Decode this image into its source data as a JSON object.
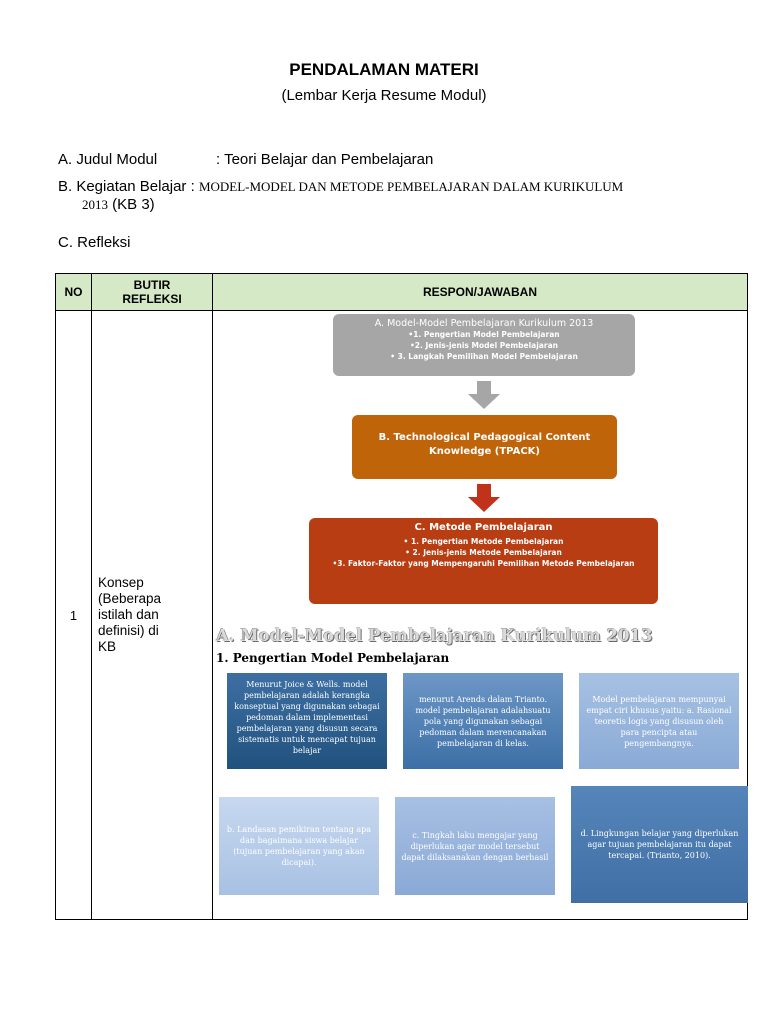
{
  "header": {
    "title": "PENDALAMAN MATERI",
    "subtitle": "(Lembar Kerja Resume Modul)"
  },
  "info": {
    "judul_label": "A. Judul Modul",
    "judul_value": ": Teori Belajar dan Pembelajaran",
    "kegiatan_label": "B. Kegiatan Belajar :",
    "kegiatan_value": "MODEL-MODEL DAN METODE PEMBELAJARAN DALAM KURIKULUM",
    "kegiatan_cont_num": "2013",
    "kegiatan_cont_kb": "(KB 3)",
    "refleksi_label": "C. Refleksi"
  },
  "table": {
    "headers": {
      "no": "NO",
      "butir_1": "BUTIR",
      "butir_2": "REFLEKSI",
      "respon": "RESPON/JAWABAN"
    },
    "row": {
      "no": "1",
      "butir": [
        "Konsep",
        "(Beberapa",
        "istilah dan",
        "definisi) di",
        "KB"
      ]
    }
  },
  "diagram": {
    "box_a": {
      "title": "A. Model-Model Pembelajaran Kurikulum 2013",
      "items": [
        "•1. Pengertian Model Pembelajaran",
        "•2. Jenis-jenis Model Pembelajaran",
        "• 3. Langkah Pemilihan Model Pembelajaran"
      ]
    },
    "box_b": {
      "title": "B. Technological Pedagogical Content Knowledge (TPACK)"
    },
    "box_c": {
      "title": "C. Metode Pembelajaran",
      "items": [
        "• 1. Pengertian Metode Pembelajaran",
        "• 2. Jenis-jenis Metode Pembelajaran",
        "•3. Faktor-Faktor yang Mempengaruhi Pemilihan Metode Pembelajaran"
      ]
    },
    "colors": {
      "a": "#a6a6a6",
      "b": "#c0640a",
      "c": "#b83d12",
      "arrow_gray": "#a6a6a6",
      "arrow_red": "#c0321a"
    }
  },
  "section": {
    "heading": "A. Model-Model Pembelajaran Kurikulum 2013",
    "subheading": "1. Pengertian Model Pembelajaran"
  },
  "cards": [
    "Menurut Joice & Wells. model pembelajaran adalah kerangka konseptual yang digunakan sebagai pedoman dalam implementasi pembelajaran yang disusun secara sistematis untuk mencapat tujuan belajar",
    "menurut Arends dalam Trianto. model pembelajaran adalahsuatu pola yang digunakan sebagai pedoman dalam merencanakan pembelajaran di kelas.",
    "Model pembelajaran mempunyai empat ciri khusus yaitu: a. Rasional teoretis logis yang disusun oleh para pencipta atau pengembangnya.",
    "b. Landasan pemikiran tentang apa dan bagaimana siswa belajar (tujuan pembelajaran yang akan dicapai).",
    "c. Tingkah laku mengajar yang diperlukan agar model tersebut dapat dilaksanakan dengan berhasil",
    "d. Lingkungan belajar yang diperlukan agar tujuan pembelajaran itu dapat tercapai. (Trianto, 2010)."
  ]
}
